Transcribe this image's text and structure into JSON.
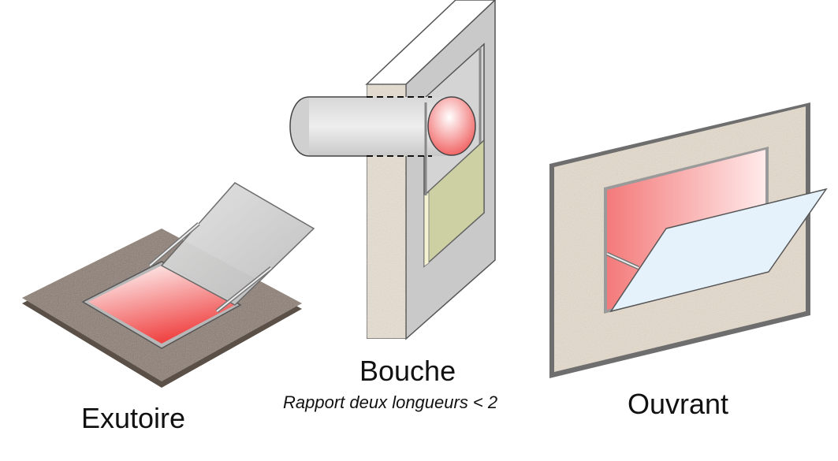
{
  "labels": {
    "exutoire": "Exutoire",
    "bouche": "Bouche",
    "bouche_note": "Rapport deux longueurs < 2",
    "ouvrant": "Ouvrant"
  },
  "colors": {
    "opening_red": "#f26b6b",
    "opening_light": "#ffffff",
    "gravel": "#8a7a70",
    "wall_concrete": "#e8e0d2",
    "panel_grey": "#cfcfcf",
    "panel_light_blue": "#e6f2fb",
    "damper_khaki": "#cdd0a3",
    "outline": "#444444"
  },
  "icons": {
    "exutoire": "roof-smoke-vent-illustration",
    "bouche": "wall-duct-vent-illustration",
    "ouvrant": "wall-window-vent-illustration"
  }
}
